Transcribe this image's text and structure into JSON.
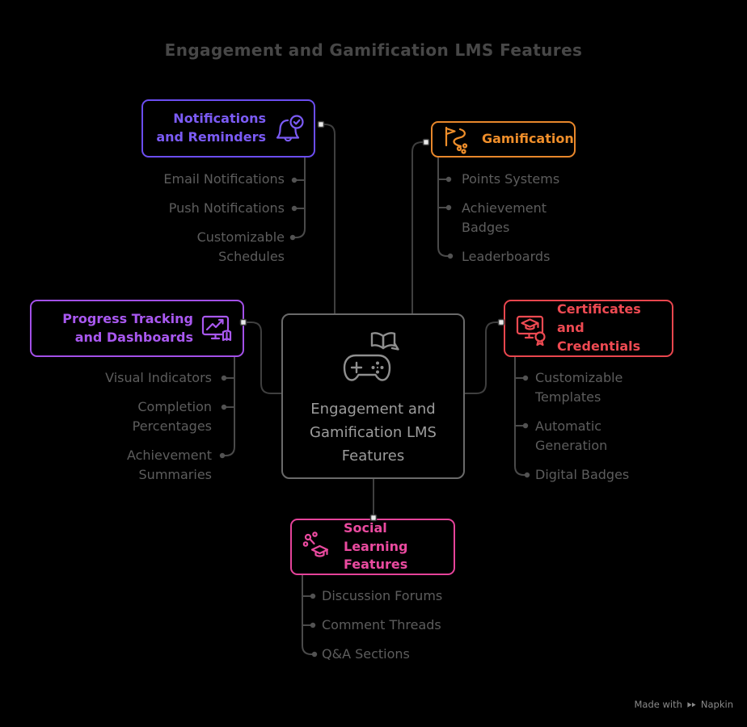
{
  "title": "Engagement and Gamification LMS Features",
  "center": {
    "label": "Engagement and Gamification LMS Features",
    "icon": "gamepad-and-book-icon",
    "border_color": "#6a6a6a",
    "text_color": "#9c9c9c"
  },
  "branches": [
    {
      "id": "notifications",
      "label": "Notifications and Reminders",
      "icon": "bell-check-icon",
      "color": "#7b5bf5",
      "border_color": "#6b4df0",
      "children": [
        "Email Notifications",
        "Push Notifications",
        "Customizable Schedules"
      ]
    },
    {
      "id": "gamification",
      "label": "Gamification",
      "icon": "flag-path-icon",
      "color": "#ef8e2a",
      "border_color": "#e8872b",
      "children": [
        "Points Systems",
        "Achievement Badges",
        "Leaderboards"
      ]
    },
    {
      "id": "progress",
      "label": "Progress Tracking and Dashboards",
      "icon": "dashboard-chart-icon",
      "color": "#a958f0",
      "border_color": "#a350e8",
      "children": [
        "Visual Indicators",
        "Completion Percentages",
        "Achievement Summaries"
      ]
    },
    {
      "id": "certificates",
      "label": "Certificates and Credentials",
      "icon": "certificate-monitor-icon",
      "color": "#ee4a52",
      "border_color": "#e9464e",
      "children": [
        "Customizable Templates",
        "Automatic Generation",
        "Digital Badges"
      ]
    },
    {
      "id": "social",
      "label": "Social Learning Features",
      "icon": "social-learning-icon",
      "color": "#ea4a9f",
      "border_color": "#e5439a",
      "children": [
        "Discussion Forums",
        "Comment Threads",
        "Q&A Sections"
      ]
    }
  ],
  "styles": {
    "background_color": "#000000",
    "title_color": "#474747",
    "subitem_text_color": "#5d5d5d",
    "connector_color": "#3f3f3f",
    "sub_connector_color": "#4a4a4a",
    "round_dot_color": "#525252",
    "square_dot_fill": "#e9e9e9"
  },
  "footer": {
    "made_with_label": "Made with",
    "brand": "Napkin",
    "logo_icon": "napkin-logo-icon"
  }
}
